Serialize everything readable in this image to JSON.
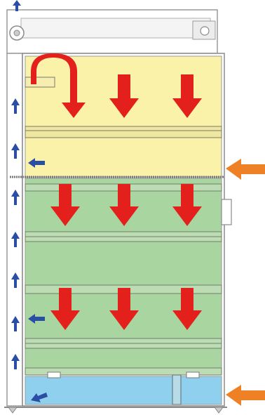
{
  "diagram": {
    "colors": {
      "frame": "#8a8a8a",
      "frame_light": "#d7d7d7",
      "top_zone": "#fbf2aa",
      "middle_zone": "#a9d6a0",
      "bottom_zone": "#8fd0ee",
      "rail": "#c9cdb8",
      "red_arrow": "#e3201b",
      "blue_arrow": "#2b4ea5",
      "orange_arrow": "#ee8126"
    },
    "icons": {
      "inlet": "orange-inlet-arrow-icon",
      "airflow_down": "red-down-arrow-icon",
      "airflow_up": "blue-up-arrow-icon",
      "airflow_return": "red-u-turn-arrow-icon",
      "side_exit": "blue-left-arrow-icon"
    },
    "zones": [
      "top-zone",
      "middle-zone",
      "bottom-zone"
    ]
  }
}
